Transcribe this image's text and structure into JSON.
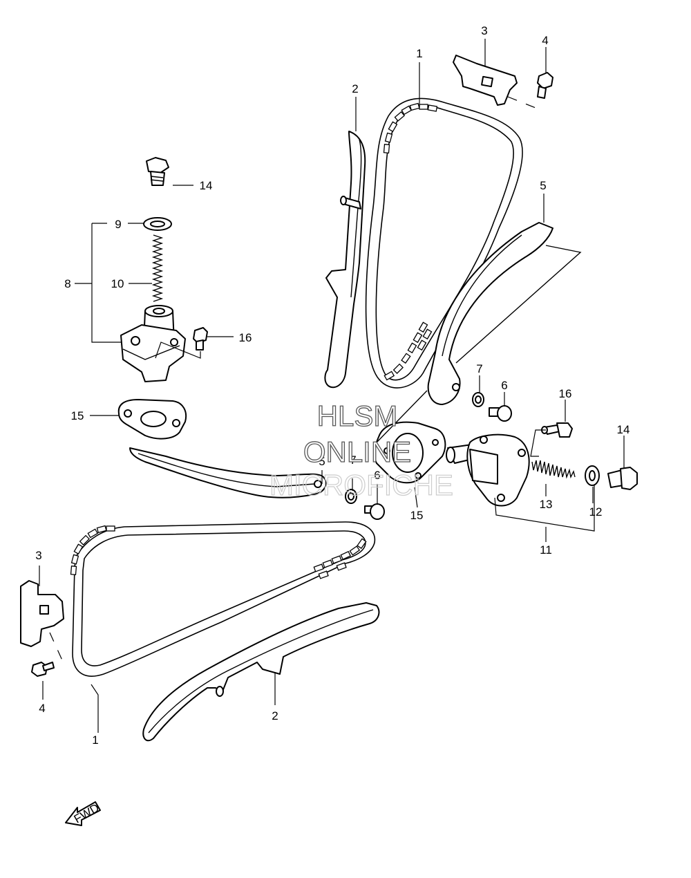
{
  "labels": {
    "l1a": "1",
    "l1b": "1",
    "l2a": "2",
    "l2b": "2",
    "l3a": "3",
    "l3b": "3",
    "l4a": "4",
    "l4b": "4",
    "l5a": "5",
    "l5b": "5",
    "l6a": "6",
    "l6b": "6",
    "l7a": "7",
    "l7b": "7",
    "l8": "8",
    "l9": "9",
    "l10": "10",
    "l11": "11",
    "l12": "12",
    "l13": "13",
    "l14a": "14",
    "l14b": "14",
    "l15a": "15",
    "l15b": "15",
    "l16a": "16",
    "l16b": "16"
  },
  "watermark": {
    "line1": "HLSM",
    "line2": "ONLINE",
    "line3": "MICROFICHE"
  },
  "fwd_label": "FWD"
}
